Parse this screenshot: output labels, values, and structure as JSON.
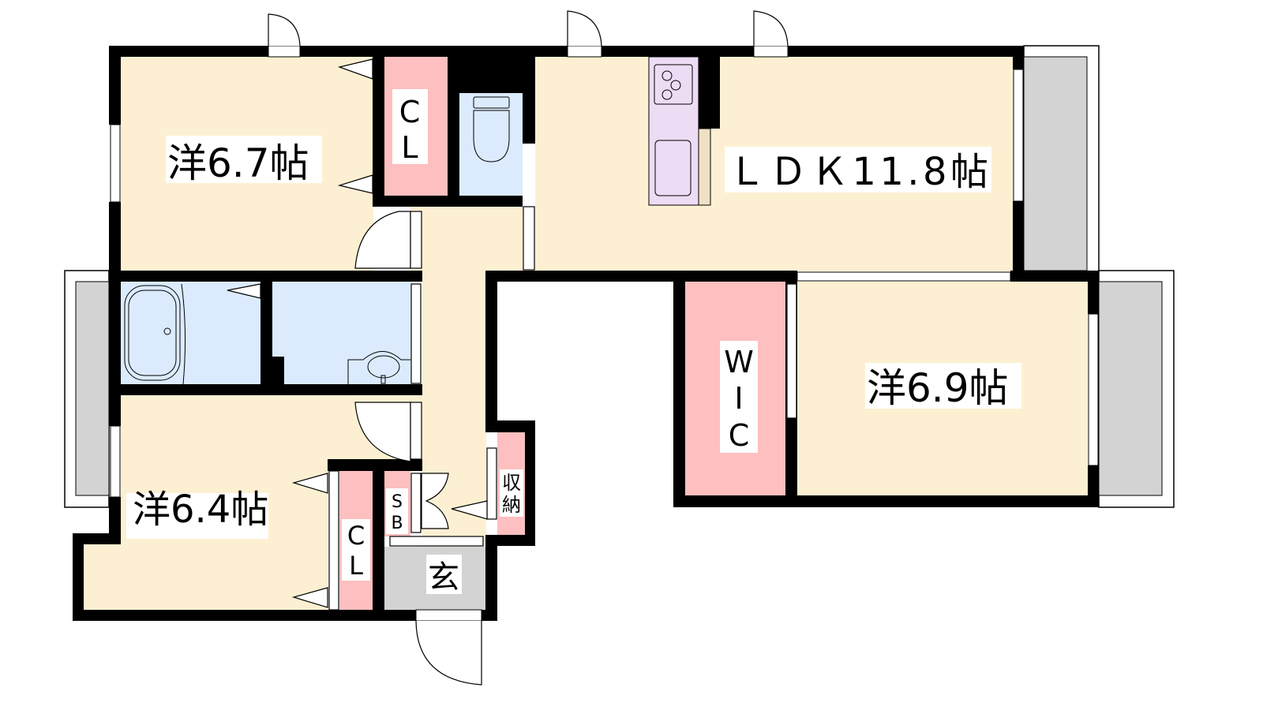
{
  "rooms": {
    "western_1": {
      "label": "洋6.7帖"
    },
    "closet_1": {
      "label_line1": "C",
      "label_line2": "L"
    },
    "ldk": {
      "label": "ＬＤＫ11.8帖"
    },
    "western_2": {
      "label": "洋6.4帖"
    },
    "closet_2": {
      "label_line1": "C",
      "label_line2": "L"
    },
    "shoe_box": {
      "label_line1": "S",
      "label_line2": "B"
    },
    "storage": {
      "label_line1": "収",
      "label_line2": "納"
    },
    "entrance": {
      "label": "玄"
    },
    "wic": {
      "label_line1": "W",
      "label_line2": "I",
      "label_line3": "C"
    },
    "western_3": {
      "label": "洋6.9帖"
    }
  },
  "colors": {
    "floor": "#FDF0D2",
    "wet_area": "#DBEBFD",
    "closet": "#FDBFBF",
    "balcony": "#D3D3D3",
    "kitchen": "#ECDCF4",
    "wall": "#000000"
  }
}
